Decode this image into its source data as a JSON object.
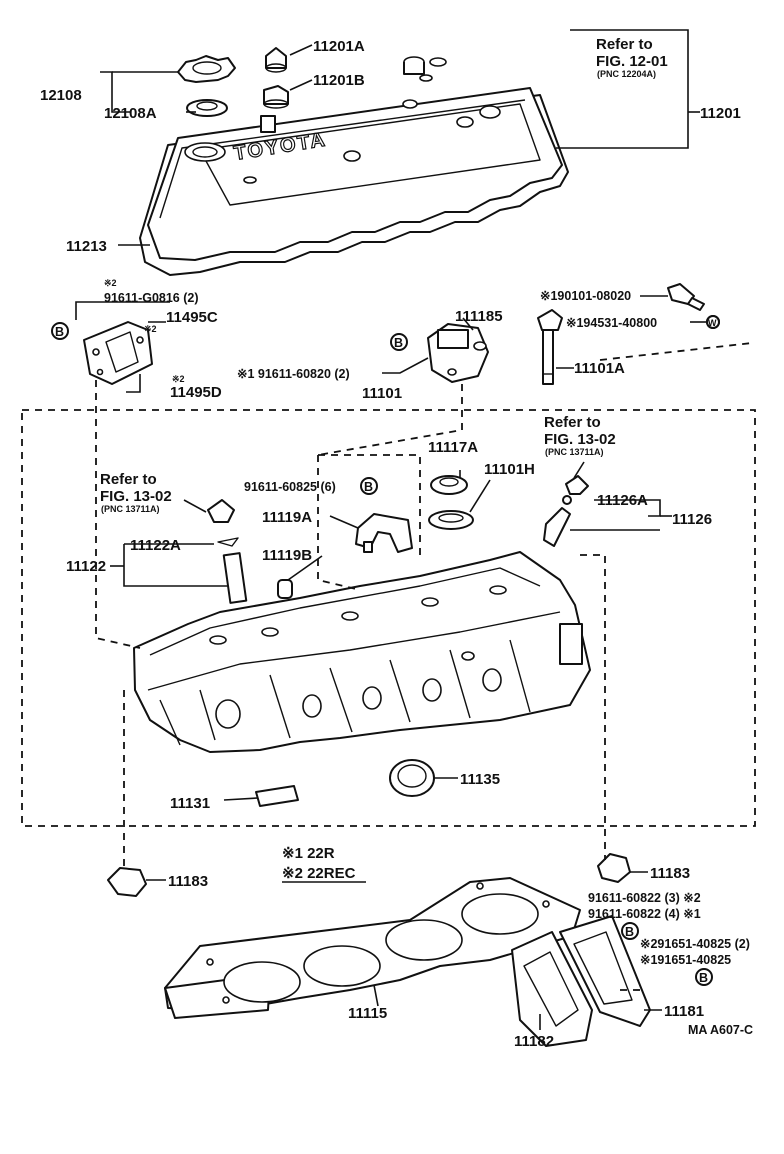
{
  "callouts": {
    "c11201A": "11201A",
    "c11201B": "11201B",
    "c12108": "12108",
    "c12108A": "12108A",
    "c11201": "11201",
    "c11213": "11213",
    "c11495C": "11495C",
    "c11495D": "11495D",
    "c11101": "11101",
    "c111185": "111185",
    "c11101A": "11101A",
    "c11117A": "11117A",
    "c11101H": "11101H",
    "c11126A": "11126A",
    "c11126": "11126",
    "c11119A": "11119A",
    "c11119B": "11119B",
    "c11122A": "11122A",
    "c11122": "11122",
    "c11135": "11135",
    "c11131": "11131",
    "c11183_left": "11183",
    "c11183_right": "11183",
    "c11115": "11115",
    "c11181": "11181",
    "c11182": "11182"
  },
  "bolt_notes": {
    "b_91611_G0816": "91611-G0816 (2)",
    "b_190101": "※190101-08020",
    "b_194531": "※194531-40800",
    "b_91611_60820": "※1 91611-60820 (2)",
    "b_91611_60825": "91611-60825 (6)",
    "b_91611_60822_3": "91611-60822 (3) ※2",
    "b_91611_60822_4": "91611-60822 (4) ※1",
    "b_291651": "※291651-40825 (2)",
    "b_191651": "※191651-40825"
  },
  "marks": {
    "note2_a": "※2",
    "note2_b": "※2",
    "note2_c": "※2",
    "note2_d": "※2"
  },
  "refs": {
    "ref1_line1": "Refer to",
    "ref1_line2": "FIG. 12-01",
    "ref1_line3": "(PNC 12204A)",
    "ref2_line1": "Refer to",
    "ref2_line2": "FIG. 13-02",
    "ref2_line3": "(PNC 13711A)",
    "ref3_line1": "Refer to",
    "ref3_line2": "FIG. 13-02",
    "ref3_line3": "(PNC 13711A)"
  },
  "legend": {
    "line1": "※1 22R",
    "line2": "※2 22REC"
  },
  "circle_marks": {
    "B": "B",
    "W": "W"
  },
  "footer_code": "MA A607-C"
}
